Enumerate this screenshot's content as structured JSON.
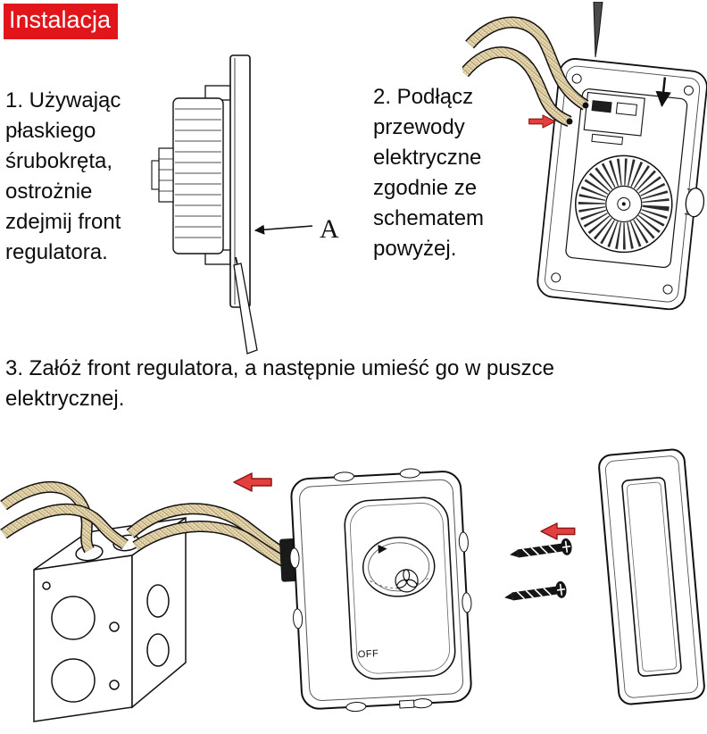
{
  "doc": {
    "title": "Instalacja",
    "steps": [
      {
        "text": "1. Używając płaskiego śrubokręta, ostrożnie zdejmij front regulatora."
      },
      {
        "text": "2. Podłącz przewody elektryczne zgodnie ze schematem powyżej."
      },
      {
        "text": "3. Załóż front regulatora, a następnie umieść go w puszce elektrycznej."
      }
    ],
    "labels": {
      "a": "A",
      "off": "OFF"
    },
    "colors": {
      "title_bg": "#e2151b",
      "title_fg": "#ffffff",
      "arrow_red": "#e2403f",
      "wire_fill": "#eee0bd",
      "line": "#111111"
    }
  }
}
